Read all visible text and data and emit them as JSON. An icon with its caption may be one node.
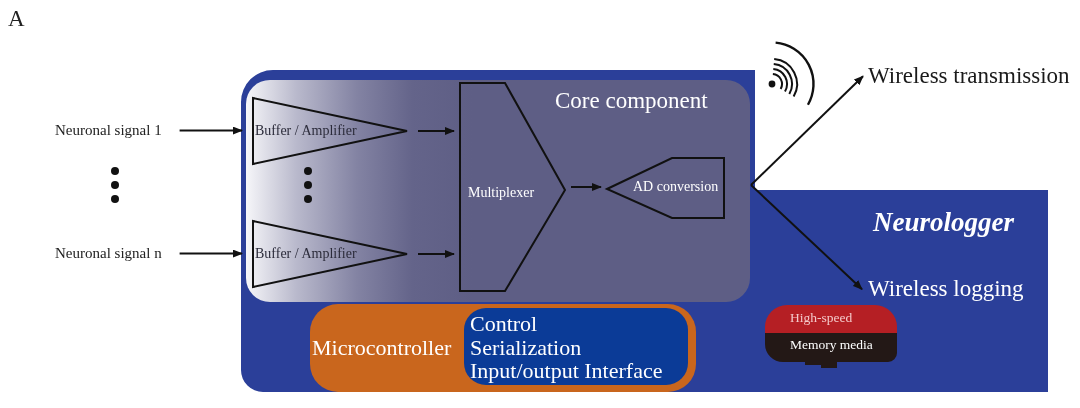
{
  "diagram": {
    "nodes": [
      {
        "text": [
          "Neurologger"
        ]
      },
      {
        "text": [
          "Core component"
        ],
        "in": 0
      },
      {
        "text": [
          "Buffer / Amplifier"
        ],
        "in": 1
      },
      {
        "text": [
          "Buffer / Amplifier"
        ],
        "in": 1
      },
      {
        "text": [
          "Multiplexer"
        ],
        "in": 1
      },
      {
        "text": [
          "AD conversion"
        ],
        "in": 1
      },
      {
        "text": [
          "Microcontroller"
        ],
        "in": 0
      },
      {
        "text": [
          "Control",
          "Serialization",
          "Input/output Interface"
        ],
        "in": 6
      },
      {
        "text": [
          "High-speed",
          "Memory media"
        ],
        "in": 0
      },
      {
        "text": [
          "Neuronal signal 1"
        ]
      },
      {
        "text": [
          "Neuronal signal n"
        ]
      },
      {
        "text": [
          "Wireless transmission"
        ]
      },
      {
        "text": [
          "Wireless logging"
        ],
        "in": 0
      }
    ],
    "edges": [
      {
        "from": 9,
        "to": 2,
        "arrow": "to"
      },
      {
        "from": 10,
        "to": 3,
        "arrow": "to"
      },
      {
        "from": 2,
        "to": 4,
        "arrow": "to"
      },
      {
        "from": 3,
        "to": 4,
        "arrow": "to"
      },
      {
        "from": 4,
        "to": 5,
        "arrow": "to"
      },
      {
        "from": 1,
        "to": 11,
        "arrow": "to"
      },
      {
        "from": 1,
        "to": 12,
        "arrow": "to"
      }
    ],
    "labels": [
      "A"
    ]
  }
}
